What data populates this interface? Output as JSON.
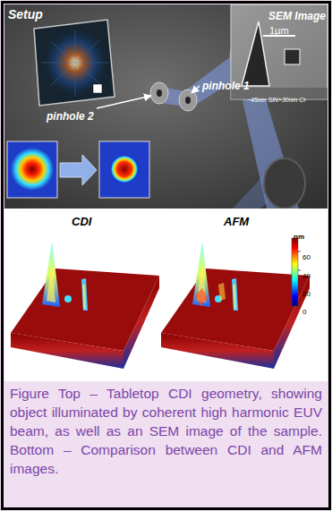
{
  "diagram": {
    "caption": "Figure Top – Tabletop CDI geometry, showing object illuminated by coherent high harmonic EUV beam, as well as an SEM image of the sample. Bottom – Comparison between CDI and AFM images.",
    "labels": [
      "Setup",
      "SEM Image",
      "1µm",
      "~45nm SiN+30nm Cr",
      "pinhole 1",
      "pinhole 2",
      "CDI",
      "AFM",
      "nm",
      "60",
      "40",
      "20",
      "0"
    ]
  }
}
